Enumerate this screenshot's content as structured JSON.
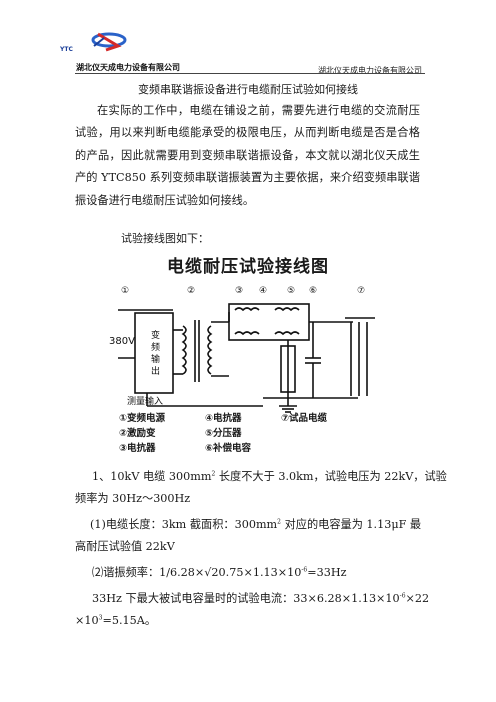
{
  "header": {
    "logo_text": "YTC",
    "company_left": "湖北仪天成电力设备有限公司",
    "company_right": "湖北仪天成电力设备有限公司"
  },
  "document": {
    "title": "变频串联谐振设备进行电缆耐压试验如何接线",
    "intro": "在实际的工作中，电缆在铺设之前，需要先进行电缆的交流耐压试验，用以来判断电缆能承受的极限电压，从而判断电缆是否是合格的产品，因此就需要用到变频串联谐振设备，本文就以湖北仪天成生产的 YTC850 系列变频串联谐振装置为主要依据，来介绍变频串联谐振设备进行电缆耐压试验如何接线。",
    "diagram_caption": "试验接线图如下："
  },
  "figure": {
    "title": "电缆耐压试验接线图",
    "voltage_label": "380V",
    "numbers": [
      "①",
      "②",
      "③",
      "④",
      "⑤",
      "⑥",
      "⑦"
    ],
    "vfd_chars": [
      "变",
      "频",
      "输",
      "出"
    ],
    "measure_input": "测量输入",
    "legend": [
      "①变频电源",
      "④电抗器",
      "⑦试品电缆",
      "②激励变",
      "⑤分压器",
      "③电抗器",
      "⑥补偿电容"
    ]
  },
  "calc": {
    "item1_a": "1、10kV 电缆 300mm",
    "item1_sup": "2",
    "item1_b": "长度不大于 3.0km，试验电压为 22kV，试验",
    "item1_c": "频率为 30Hz～300Hz",
    "item2_a": "(1)电缆长度：3km 截面积：300mm",
    "item2_sup": "2",
    "item2_b": "对应的电容量为 1.13μF 最",
    "item2_c": "高耐压试验值 22kV",
    "item3_a": "⑵谐振频率：1/6.28×√20.75×1.13×10",
    "item3_sup": "-6",
    "item3_b": "=33Hz",
    "item4_a": "33Hz 下最大被试电容量时的试验电流：33×6.28×1.13×10",
    "item4_sup": "-6",
    "item4_b": "×22",
    "item4_c": "×10",
    "item4_sup2": "3",
    "item4_d": "=5.15A。"
  }
}
